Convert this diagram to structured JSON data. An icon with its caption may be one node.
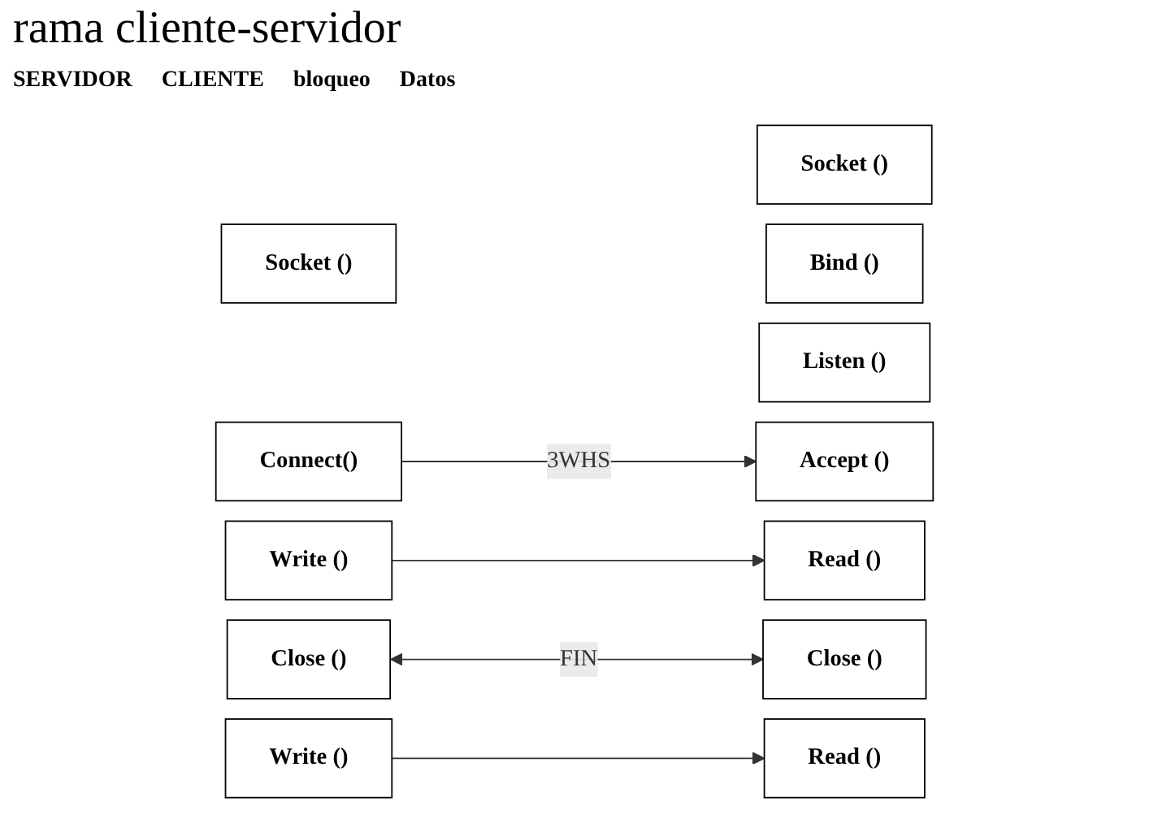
{
  "diagram": {
    "title": "rama cliente-servidor",
    "nodes": [
      {
        "text": [
          "Socket ()"
        ]
      },
      {
        "text": [
          "Bind ()"
        ]
      },
      {
        "text": [
          "Socket ()"
        ]
      },
      {
        "text": [
          "Listen ()"
        ]
      },
      {
        "text": [
          "Connect()"
        ]
      },
      {
        "text": [
          "Accept ()"
        ]
      },
      {
        "text": [
          "Write ()"
        ]
      },
      {
        "text": [
          "Read ()"
        ]
      },
      {
        "text": [
          "Read ()"
        ]
      },
      {
        "text": [
          "Write ()"
        ]
      },
      {
        "text": [
          "Close ()"
        ]
      },
      {
        "text": [
          "Close ()"
        ]
      }
    ],
    "edges": [
      {
        "from": 4,
        "to": 5,
        "arrow": "to",
        "label": "3WHS"
      },
      {
        "from": 6,
        "to": 7,
        "arrow": "to"
      },
      {
        "from": 9,
        "to": 8,
        "arrow": "to"
      },
      {
        "from": 10,
        "to": 11,
        "arrow": "both",
        "label": "FIN"
      }
    ],
    "labels": [
      "SERVIDOR",
      "CLIENTE",
      "bloqueo",
      "Datos"
    ]
  }
}
